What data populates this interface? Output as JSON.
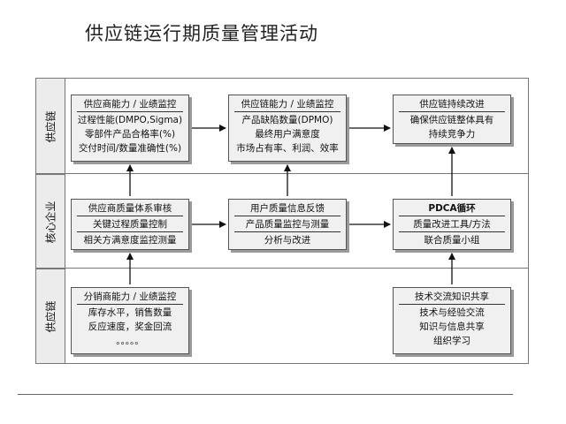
{
  "title": "供应链运行期质量管理活动",
  "bands": {
    "top": "供应链",
    "middle": "核心企业",
    "bottom": "供应链"
  },
  "boxes": {
    "top_left": {
      "header": "供应商能力 / 业绩监控",
      "lines": [
        "过程性能(DMPO,Sigma)",
        "零部件产品合格率(%)",
        "交付时间/数量准确性(%)"
      ]
    },
    "top_center": {
      "header": "供应链能力 / 业绩监控",
      "lines": [
        "产品缺陷数量(DPMO)",
        "最终用户满意度",
        "市场占有率、利润、效率"
      ]
    },
    "top_right": {
      "header": "供应链持续改进",
      "lines": [
        "确保供应链整体具有",
        "持续竞争力"
      ]
    },
    "mid_left": {
      "lines": [
        "供应商质量体系审核",
        "关键过程质量控制",
        "相关方满意度监控测量"
      ]
    },
    "mid_center": {
      "lines": [
        "用户质量信息反馈",
        "产品质量监控与测量",
        "分析与改进"
      ]
    },
    "mid_right": {
      "lines": [
        "PDCA循环",
        "质量改进工具/方法",
        "联合质量小组"
      ]
    },
    "bot_left": {
      "header": "分销商能力 / 业绩监控",
      "lines": [
        "库存水平，销售数量",
        "反应速度，奖金回流",
        "。。。。。"
      ]
    },
    "bot_right": {
      "header": "技术交流知识共享",
      "lines": [
        "技术与经验交流",
        "知识与信息共享",
        "组织学习"
      ]
    }
  }
}
